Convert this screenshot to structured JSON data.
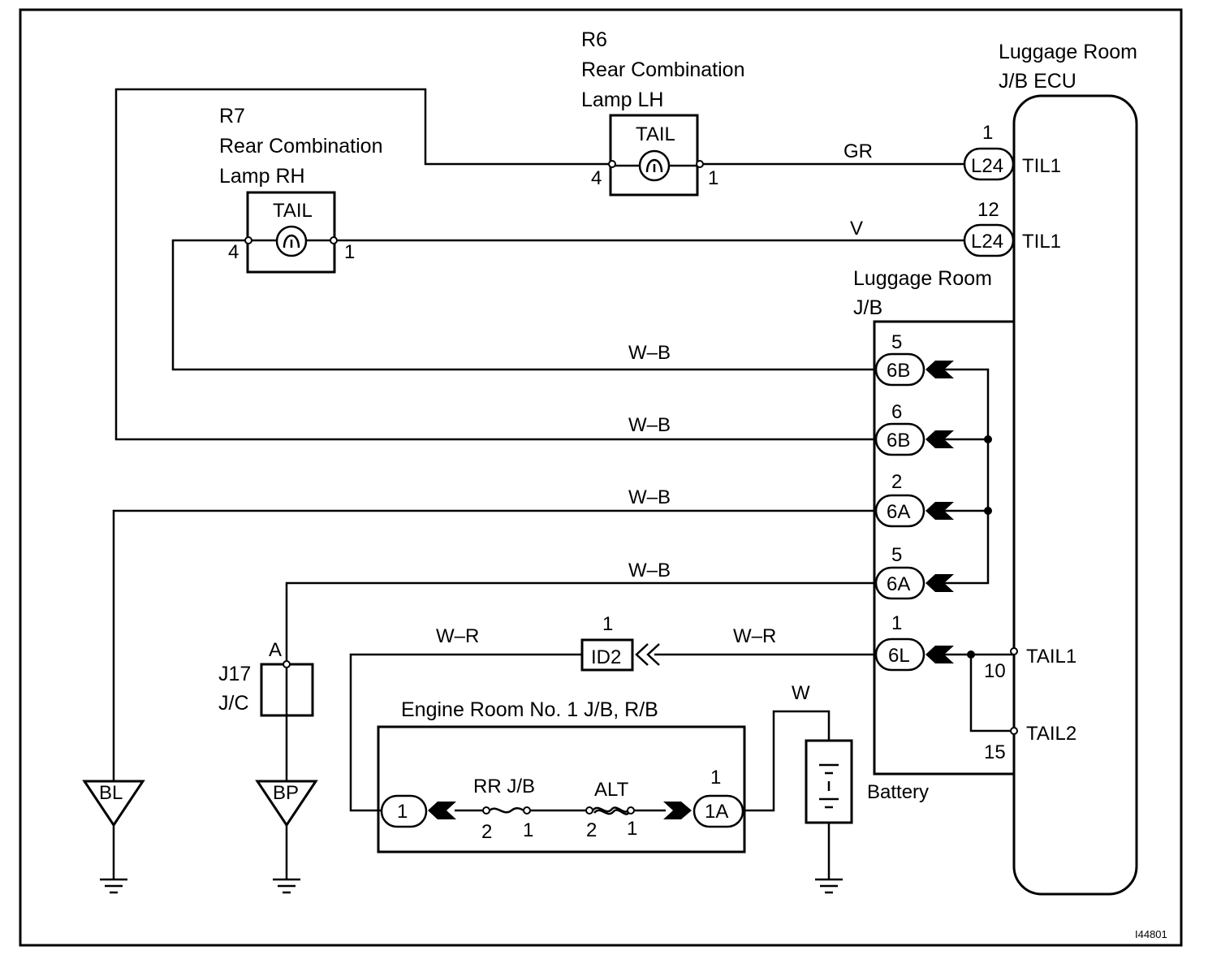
{
  "diagram_id": "I44801",
  "components": {
    "r6": {
      "ref": "R6",
      "name_line1": "Rear Combination",
      "name_line2": "Lamp LH",
      "bulb": "TAIL",
      "pin_left": "4",
      "pin_right": "1"
    },
    "r7": {
      "ref": "R7",
      "name_line1": "Rear Combination",
      "name_line2": "Lamp RH",
      "bulb": "TAIL",
      "pin_left": "4",
      "pin_right": "1"
    },
    "ecu": {
      "name_line1": "Luggage Room",
      "name_line2": "J/B ECU"
    },
    "jb": {
      "name_line1": "Luggage Room",
      "name_line2": "J/B"
    },
    "j17": {
      "ref": "J17",
      "type": "J/C",
      "pin": "A"
    },
    "engine_jb": {
      "name": "Engine Room No. 1 J/B, R/B",
      "fuse1": "RR J/B",
      "fuse2": "ALT",
      "fuse1_pin_a": "2",
      "fuse1_pin_b": "1",
      "fuse2_pin_a": "2",
      "fuse2_pin_b": "1"
    },
    "battery": {
      "name": "Battery"
    },
    "id2": {
      "connector": "ID2",
      "pin": "1"
    }
  },
  "ecu_terminals": [
    {
      "pin": "1",
      "connector": "L24",
      "signal": "TIL1"
    },
    {
      "pin": "12",
      "connector": "L24",
      "signal": "TIL1"
    },
    {
      "pin": "10",
      "signal": "TAIL1"
    },
    {
      "pin": "15",
      "signal": "TAIL2"
    }
  ],
  "jb_connectors": [
    {
      "pin": "5",
      "connector": "6B"
    },
    {
      "pin": "6",
      "connector": "6B"
    },
    {
      "pin": "2",
      "connector": "6A"
    },
    {
      "pin": "5",
      "connector": "6A"
    },
    {
      "pin": "1",
      "connector": "6L"
    }
  ],
  "engine_connectors": [
    {
      "pin": "",
      "connector": "1"
    },
    {
      "pin": "1",
      "connector": "1A"
    }
  ],
  "wires": {
    "gr": "GR",
    "v": "V",
    "wb1": "W–B",
    "wb2": "W–B",
    "wb3": "W–B",
    "wb4": "W–B",
    "wr1": "W–R",
    "wr2": "W–R",
    "w": "W"
  },
  "grounds": {
    "bl": "BL",
    "bp": "BP"
  }
}
